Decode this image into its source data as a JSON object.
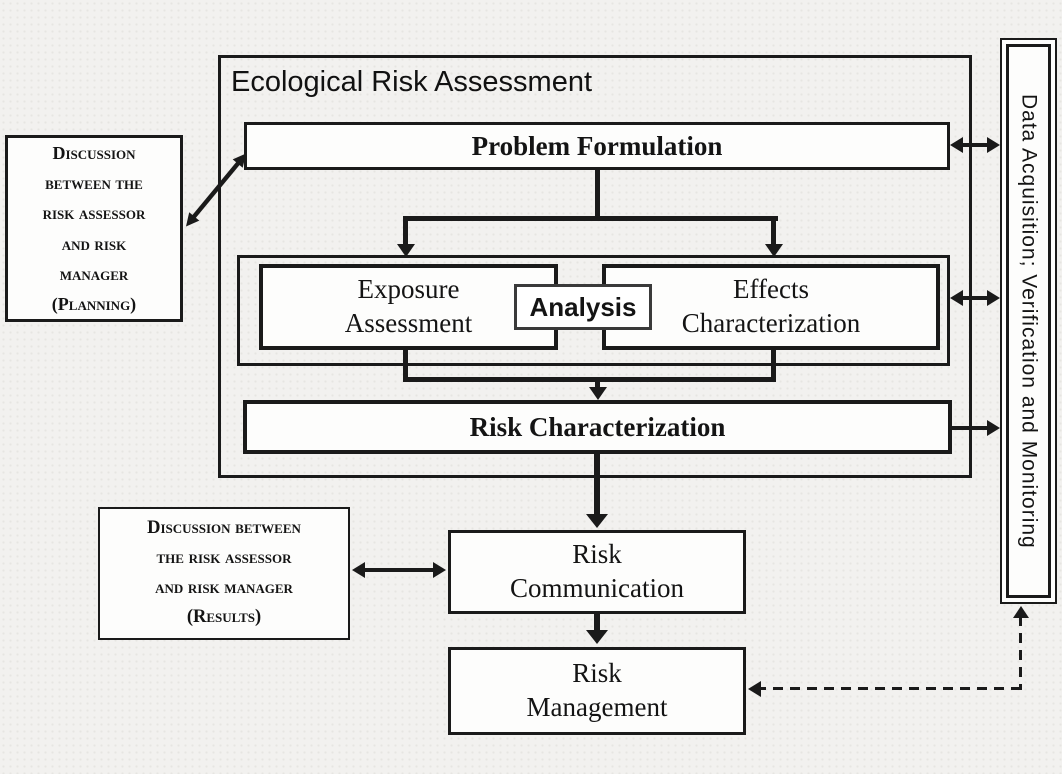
{
  "era": {
    "title": "Ecological Risk Assessment"
  },
  "boxes": {
    "problem_formulation": {
      "label": "Problem Formulation"
    },
    "exposure_assessment": {
      "line1": "Exposure",
      "line2": "Assessment"
    },
    "analysis": {
      "label": "Analysis"
    },
    "effects_characterization": {
      "line1": "Effects",
      "line2": "Characterization"
    },
    "risk_characterization": {
      "label": "Risk Characterization"
    },
    "risk_communication": {
      "line1": "Risk",
      "line2": "Communication"
    },
    "risk_management": {
      "line1": "Risk",
      "line2": "Management"
    },
    "discussion_planning": {
      "line1": "Discussion",
      "line2": "between the",
      "line3": "risk assessor",
      "line4": "and risk",
      "line5": "manager",
      "line6": "(Planning)"
    },
    "discussion_results": {
      "line1": "Discussion between",
      "line2": "the risk assessor",
      "line3": "and risk manager",
      "line4": "(Results)"
    },
    "data_acquisition_bar": {
      "label": "Data Acquisition; Verification and Monitoring"
    }
  },
  "colors": {
    "line": "#1a1a1a",
    "box_fill": "#fdfdfc",
    "background": "#f2f1ef"
  }
}
